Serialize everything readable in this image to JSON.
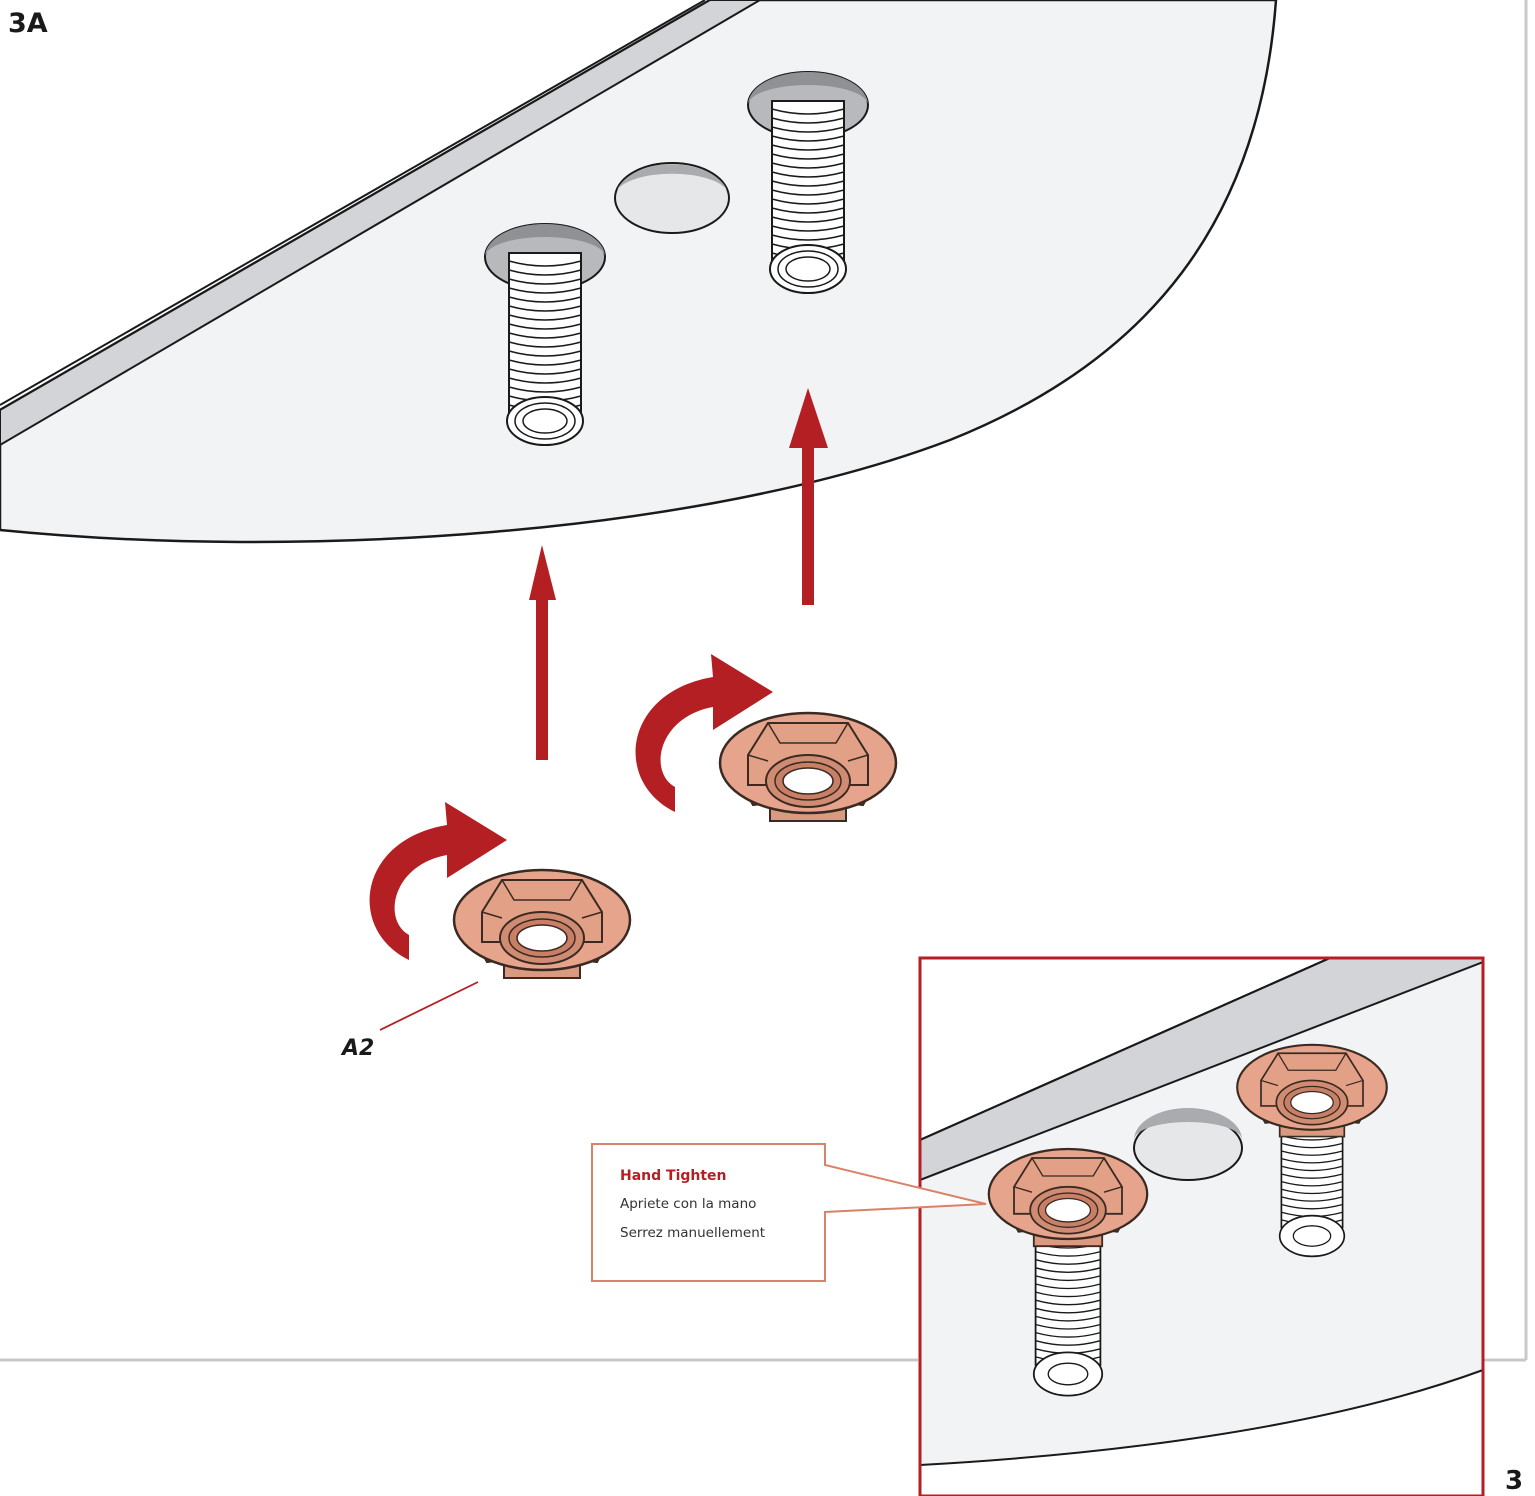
{
  "step": {
    "label": "3A"
  },
  "part": {
    "label": "A2"
  },
  "callout": {
    "title": "Hand Tighten",
    "lines": [
      "Apriete con la mano",
      "Serrez manuellement"
    ]
  },
  "page": {
    "number": "3"
  },
  "colors": {
    "accent_red": "#b41f24",
    "nut_fill": "#e5a48b",
    "nut_stroke": "#3a2a22",
    "panel_fill": "#f2f3f5",
    "panel_edge": "#d2d4d7",
    "hole_shadow": "#a9abae",
    "callout_border": "#d9826a"
  },
  "icons": [
    "threaded-stud-icon",
    "wing-nut-icon",
    "rotate-arrow-icon",
    "up-arrow-icon"
  ]
}
